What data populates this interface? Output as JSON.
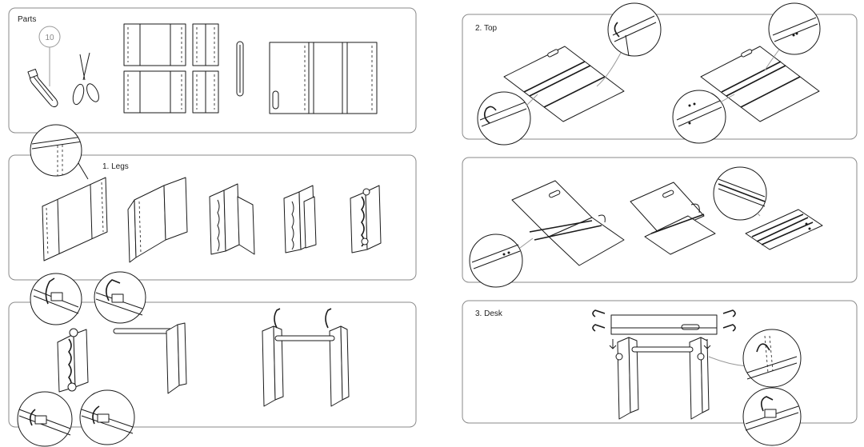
{
  "sections": {
    "parts": {
      "title": "Parts",
      "count": "10"
    },
    "legs": {
      "title": "1. Legs"
    },
    "top": {
      "title": "2. Top"
    },
    "desk": {
      "title": "3. Desk"
    }
  },
  "colors": {
    "line": "#1a1a1a",
    "panel_border": "#8a8a8a",
    "background": "#ffffff"
  },
  "icons": [
    "cable-tie-icon",
    "scissors-icon"
  ]
}
